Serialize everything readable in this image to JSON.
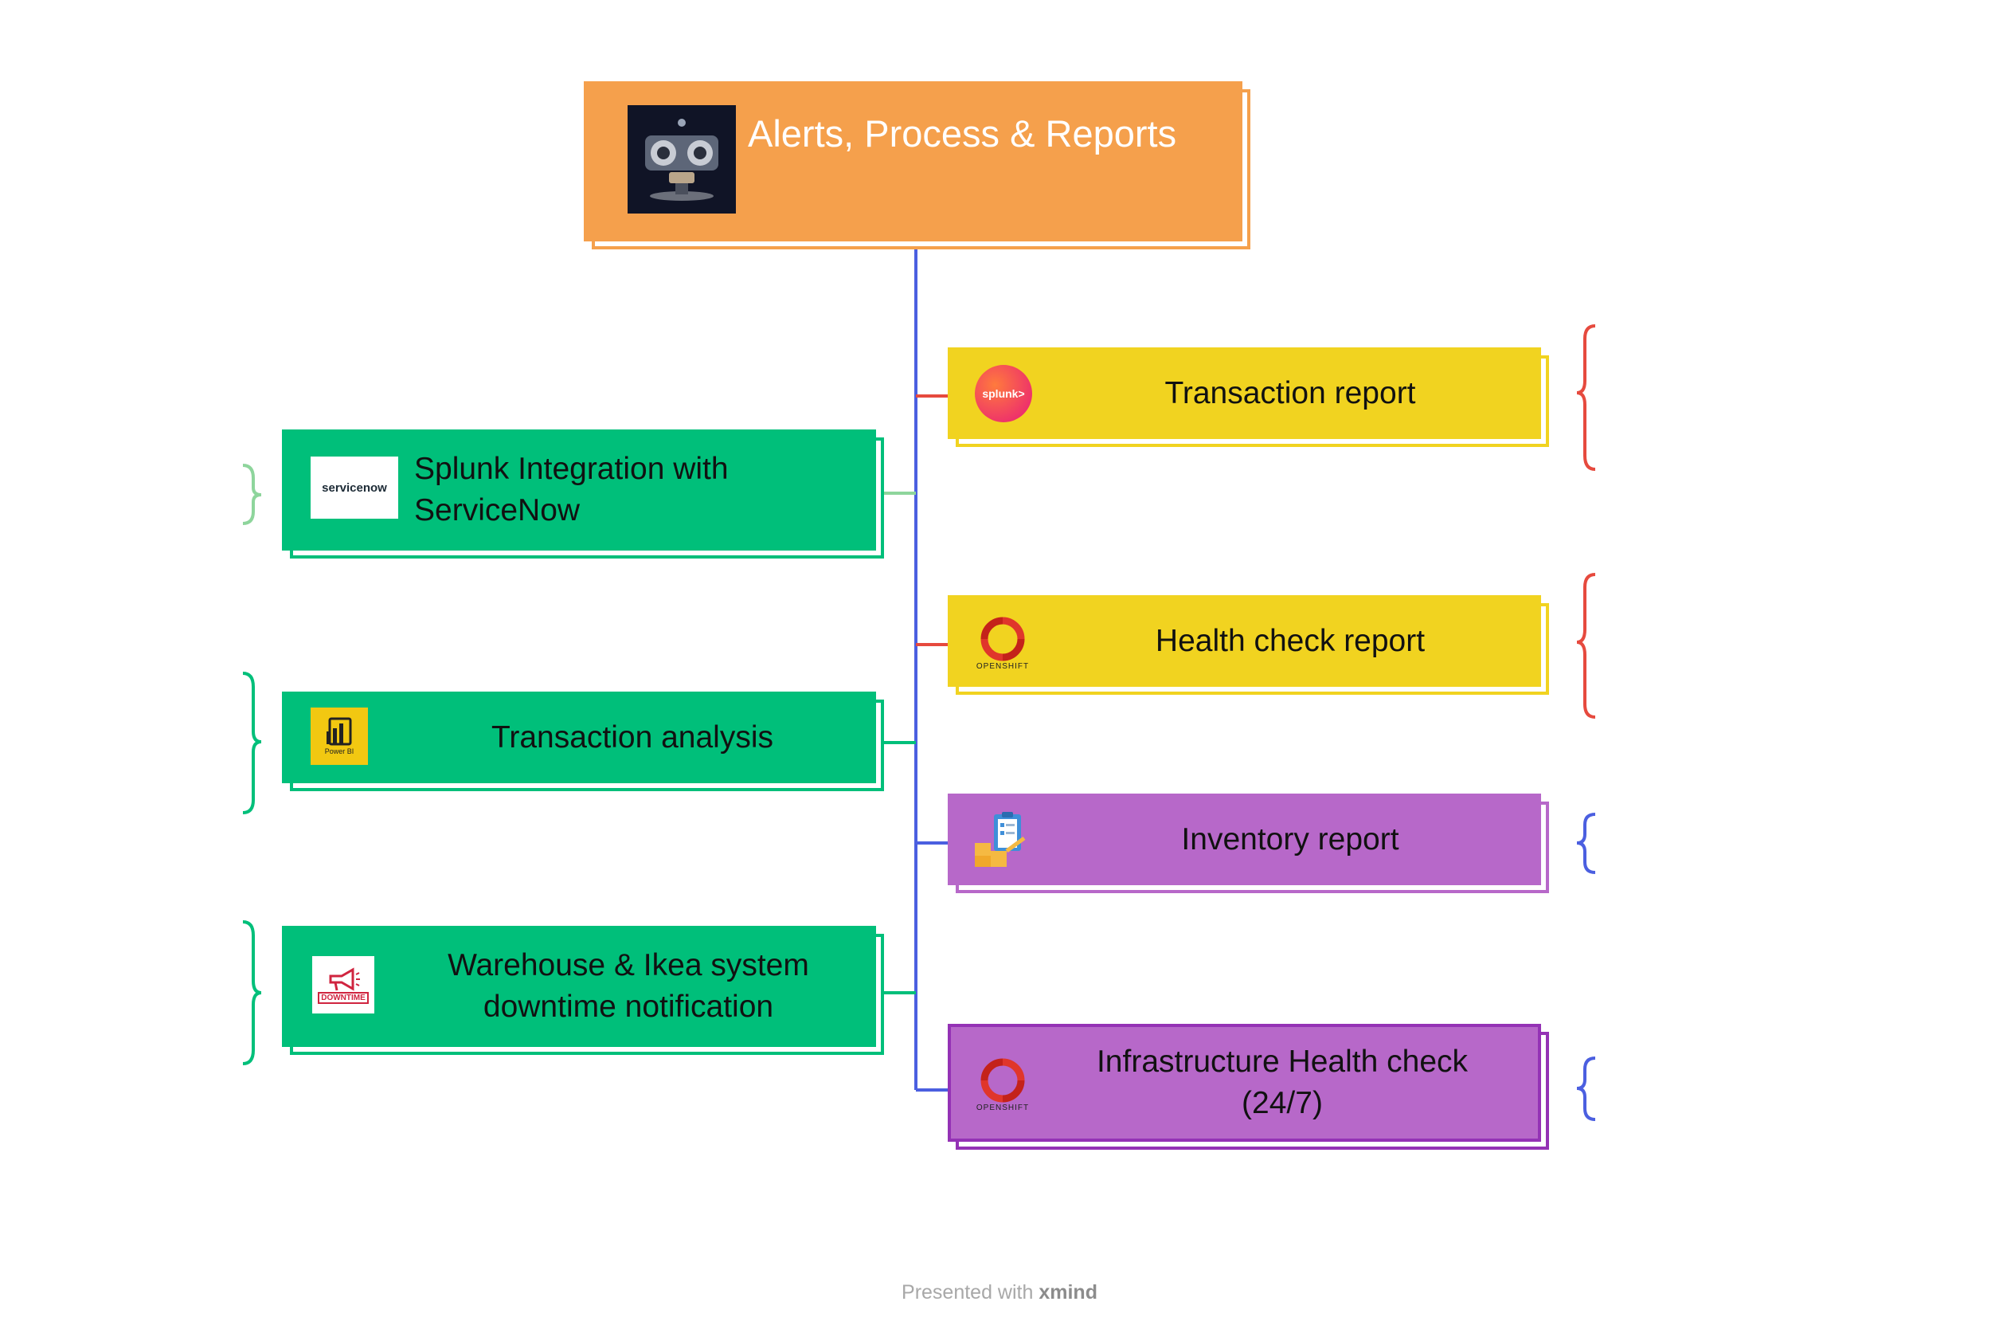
{
  "root": {
    "title": "Alerts, Process & Reports",
    "color": "#F5A04C"
  },
  "left_nodes": [
    {
      "label": "Splunk Integration with ServiceNow",
      "icon": "servicenow-logo-icon",
      "icon_text": "servicenow"
    },
    {
      "label": "Transaction analysis",
      "icon": "power-bi-logo-icon",
      "icon_text": "Power BI"
    },
    {
      "label": "Warehouse & Ikea system downtime notification",
      "icon": "downtime-megaphone-icon",
      "icon_text": "DOWNTIME"
    }
  ],
  "right_nodes": [
    {
      "label": "Transaction report",
      "icon": "splunk-logo-icon",
      "icon_text": "splunk>"
    },
    {
      "label": "Health check report",
      "icon": "openshift-logo-icon",
      "icon_text": "OPENSHIFT"
    },
    {
      "label": "Inventory report",
      "icon": "inventory-clipboard-icon"
    },
    {
      "label": "Infrastructure Health check (24/7)",
      "icon": "openshift-logo-icon",
      "icon_text": "OPENSHIFT"
    }
  ],
  "colors": {
    "root": "#F5A04C",
    "green": "#00BF7A",
    "yellow": "#F1D320",
    "purple": "#B768C9",
    "purple_border": "#9432B5",
    "trunk": "#4B5FE0",
    "branch_red": "#E64A3E",
    "branch_green": "#8ED59C"
  },
  "footer": {
    "prefix": "Presented with",
    "brand": "xmind"
  }
}
